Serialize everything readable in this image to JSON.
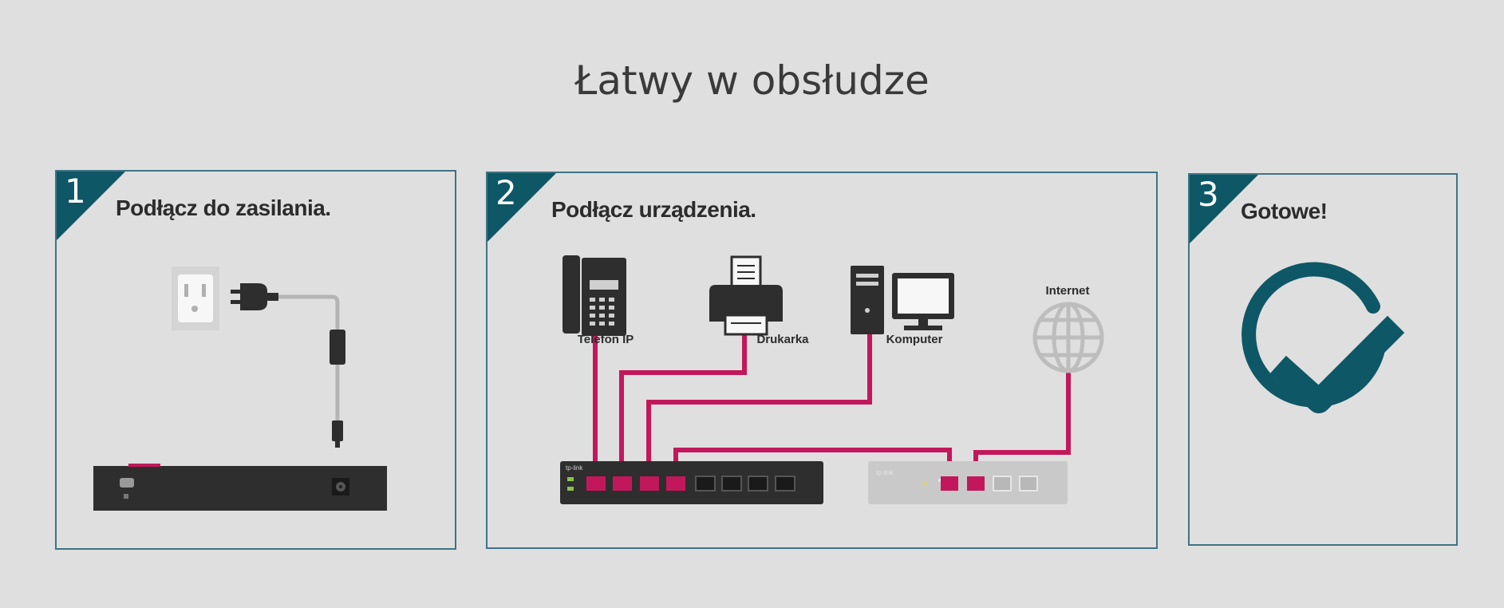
{
  "header": {
    "title": "Łatwy w obsłudze"
  },
  "steps": [
    {
      "number": "1",
      "title": "Podłącz do zasilania."
    },
    {
      "number": "2",
      "title": "Podłącz urządzenia."
    },
    {
      "number": "3",
      "title": "Gotowe!"
    }
  ],
  "devices": {
    "phone": "Telefon IP",
    "printer": "Drukarka",
    "computer": "Komputer",
    "internet": "Internet"
  },
  "brand": {
    "logo": "tp-link"
  },
  "colors": {
    "accent": "#0e5766",
    "cable": "#c2185b",
    "device_dark": "#2e2e2e",
    "device_light": "#c8c8c8"
  }
}
